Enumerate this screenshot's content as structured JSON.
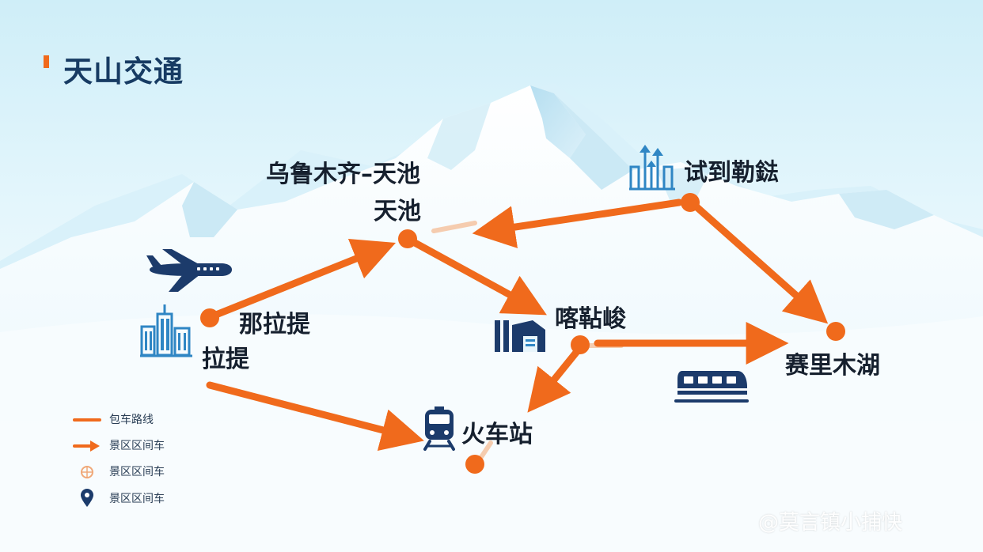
{
  "title": "天山交通",
  "places": {
    "urumqi_tianchi": "乌鲁木齐–天池",
    "tianchi": "天池",
    "nalati": "那拉提",
    "lati": "拉提",
    "kalajun": "喀䩞峻",
    "shidaoleyi": "试到勒鍅",
    "sailimu": "赛里木湖",
    "station": "火车站"
  },
  "legend": [
    {
      "icon": "line",
      "label": "包车路线"
    },
    {
      "icon": "arrow",
      "label": "景区区间车"
    },
    {
      "icon": "crosshair-circle-icon",
      "label": "景区区间车"
    },
    {
      "icon": "map-pin-icon",
      "label": "景区区间车"
    }
  ],
  "watermark": "@莫言镇小捕快",
  "colors": {
    "route": "#f06a1c",
    "icon_navy": "#1c3b6b",
    "icon_blue": "#2f86c4",
    "title": "#173b63"
  }
}
